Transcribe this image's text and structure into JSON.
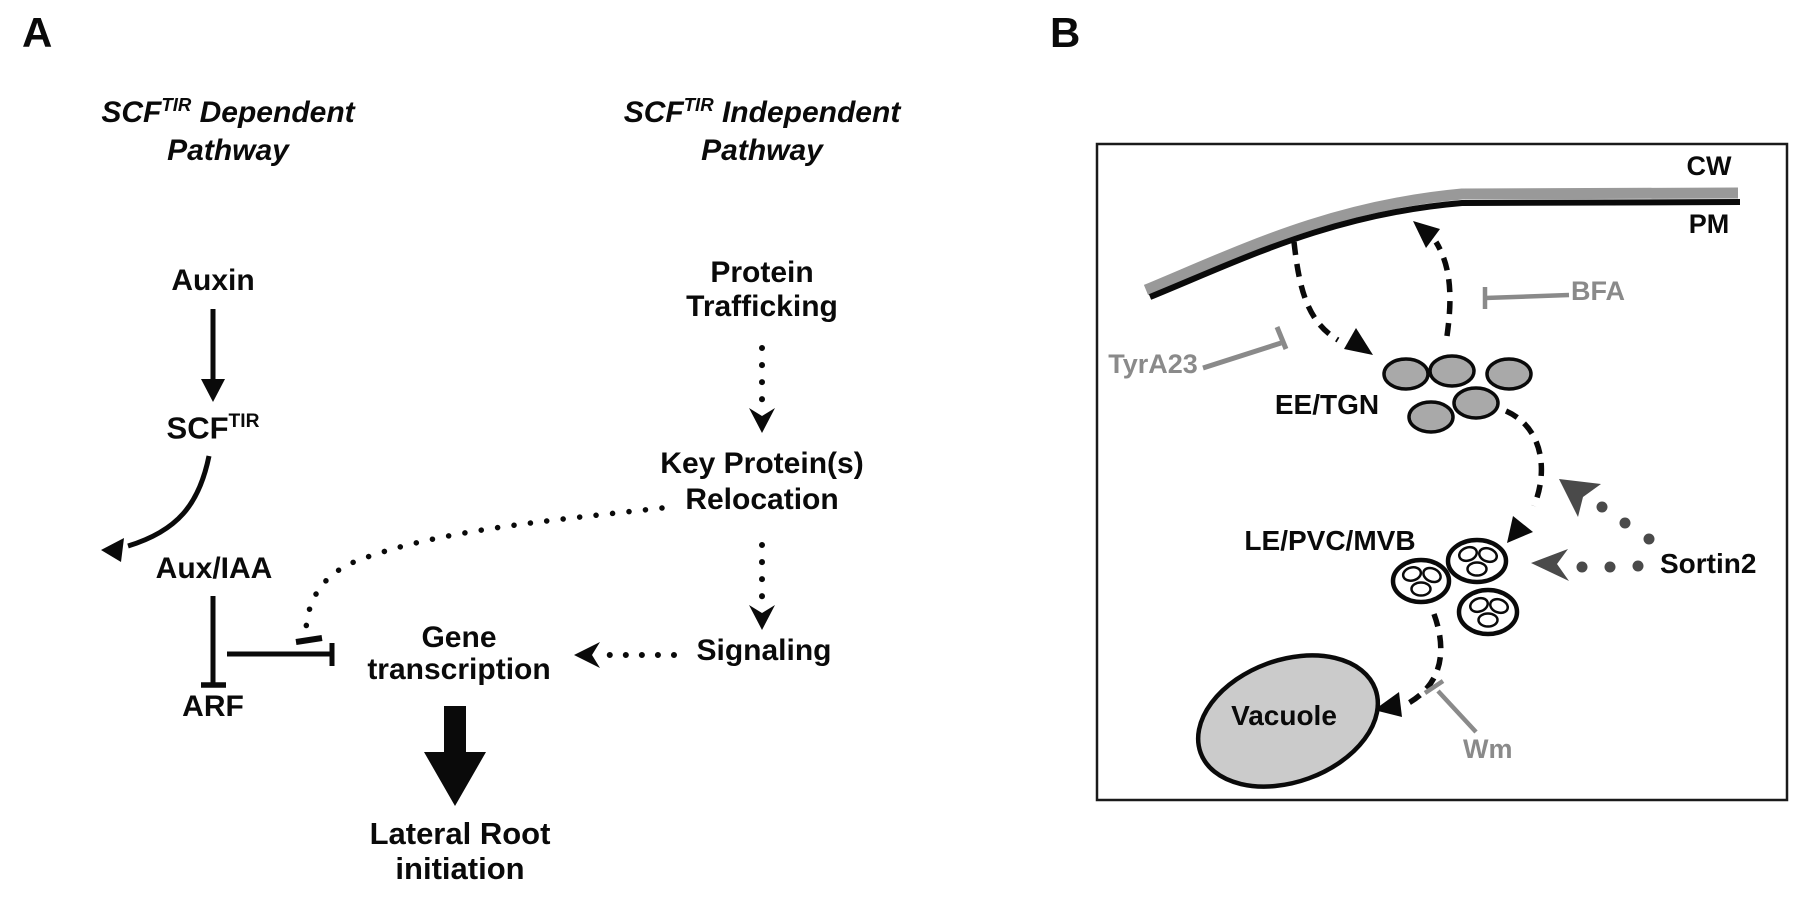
{
  "panelA": {
    "label": "A",
    "header_dependent": {
      "pre": "SCF",
      "sup": "TIR",
      "post": " Dependent",
      "line2": "Pathway"
    },
    "header_independent": {
      "pre": "SCF",
      "sup": "TIR",
      "post": " Independent",
      "line2": "Pathway"
    },
    "nodes": {
      "auxin": "Auxin",
      "scf": {
        "pre": "SCF",
        "sup": "TIR"
      },
      "aux_iaa": "Aux/IAA",
      "arf": "ARF",
      "gene_transcription": {
        "line1": "Gene",
        "line2": "transcription"
      },
      "protein_trafficking": {
        "line1": "Protein",
        "line2": "Trafficking"
      },
      "key_protein_relocation": {
        "line1": "Key Protein(s)",
        "line2": "Relocation"
      },
      "signaling": "Signaling",
      "lateral_root": {
        "line1": "Lateral Root",
        "line2": "initiation"
      }
    }
  },
  "panelB": {
    "label": "B",
    "membrane": {
      "cell_wall": "CW",
      "plasma_membrane": "PM"
    },
    "compartments": {
      "ee_tgn": "EE/TGN",
      "le_pvc_mvb": "LE/PVC/MVB",
      "vacuole": "Vacuole"
    },
    "inhibitors": {
      "tyra23": "TyrA23",
      "bfa": "BFA",
      "wm": "Wm",
      "sortin2": "Sortin2"
    },
    "colors": {
      "inhibitor_gray": "#8a8a8a",
      "organelle_gray": "#a9a9a9",
      "vacuole_gray": "#cbcbcb",
      "sortin_arrow_gray": "#4a4a4a",
      "line_black": "#0a0a0a"
    }
  }
}
